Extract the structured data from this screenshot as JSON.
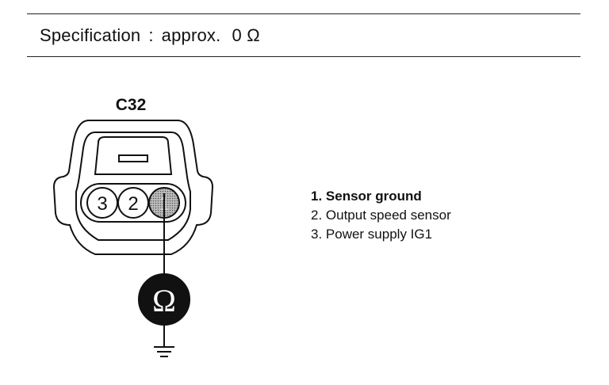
{
  "specification": {
    "label": "Specification",
    "separator": ":",
    "approx_text": "approx.",
    "value": "0",
    "unit": "Ω"
  },
  "connector": {
    "id": "C32",
    "pins": [
      "3",
      "2",
      "1"
    ]
  },
  "meter": {
    "symbol": "Ω"
  },
  "legend": {
    "items": [
      {
        "text": "1. Sensor ground",
        "emphasized": true
      },
      {
        "text": "2. Output speed sensor",
        "emphasized": false
      },
      {
        "text": "3. Power supply IG1",
        "emphasized": false
      }
    ]
  }
}
